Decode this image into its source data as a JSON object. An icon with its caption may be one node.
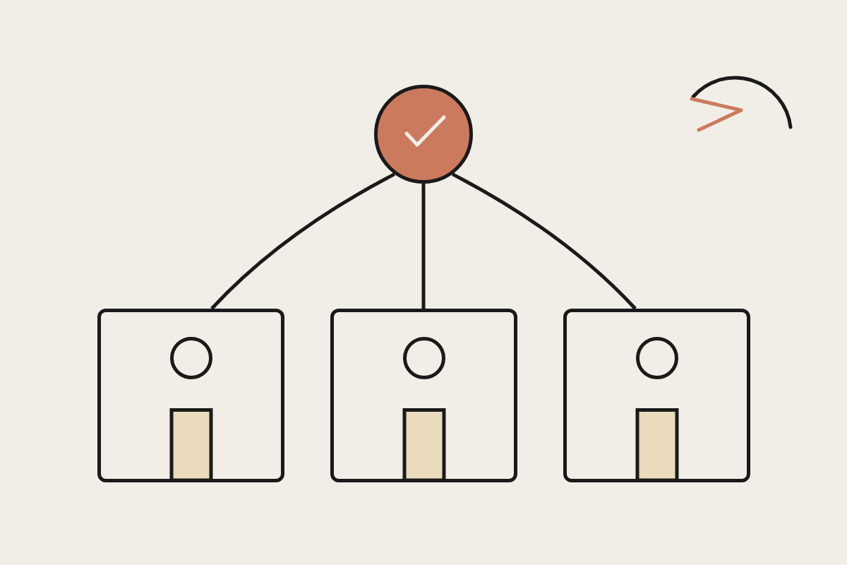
{
  "diagram": {
    "nodes": [
      {
        "text": [],
        "shape": "circle"
      },
      {
        "text": [],
        "shape": "box"
      },
      {
        "text": [],
        "shape": "box"
      },
      {
        "text": [],
        "shape": "box"
      }
    ],
    "edges": [
      {
        "from": 0,
        "to": 1,
        "arrow": "none"
      },
      {
        "from": 0,
        "to": 2,
        "arrow": "none"
      },
      {
        "from": 0,
        "to": 3,
        "arrow": "none"
      }
    ]
  }
}
